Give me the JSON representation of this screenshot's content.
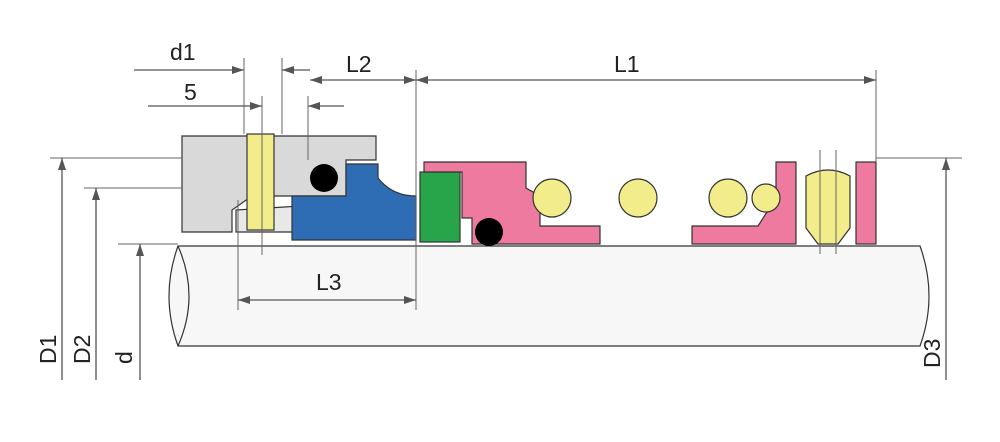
{
  "labels": {
    "d1": "d1",
    "five": "5",
    "l2": "L2",
    "l1": "L1",
    "l3": "L3",
    "D1": "D1",
    "D2": "D2",
    "d": "d",
    "D3": "D3"
  },
  "colors": {
    "pink": "#ee7aa0",
    "blue": "#2e6db4",
    "green": "#28a54a",
    "yellow": "#f3ec8a",
    "gray": "#d9d9d9",
    "black": "#000000"
  }
}
